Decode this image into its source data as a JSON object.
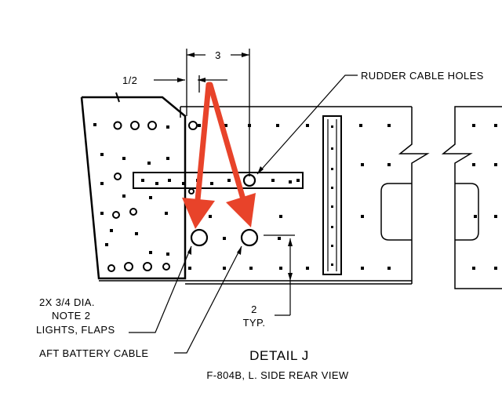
{
  "labels": {
    "dim_three": "3",
    "dim_half": "1/2",
    "rudder": "RUDDER CABLE HOLES",
    "holes_line1": "2X 3/4 DIA.",
    "holes_line2": "NOTE 2",
    "holes_line3": "LIGHTS, FLAPS",
    "battery": "AFT BATTERY CABLE",
    "spacing_val": "2",
    "spacing_typ": "TYP.",
    "title": "DETAIL J",
    "subtitle": "F-804B, L. SIDE REAR VIEW"
  },
  "colors": {
    "ink": "#000000",
    "arrow": "#e8432a"
  },
  "icons": [
    "arrow-down-icon"
  ]
}
